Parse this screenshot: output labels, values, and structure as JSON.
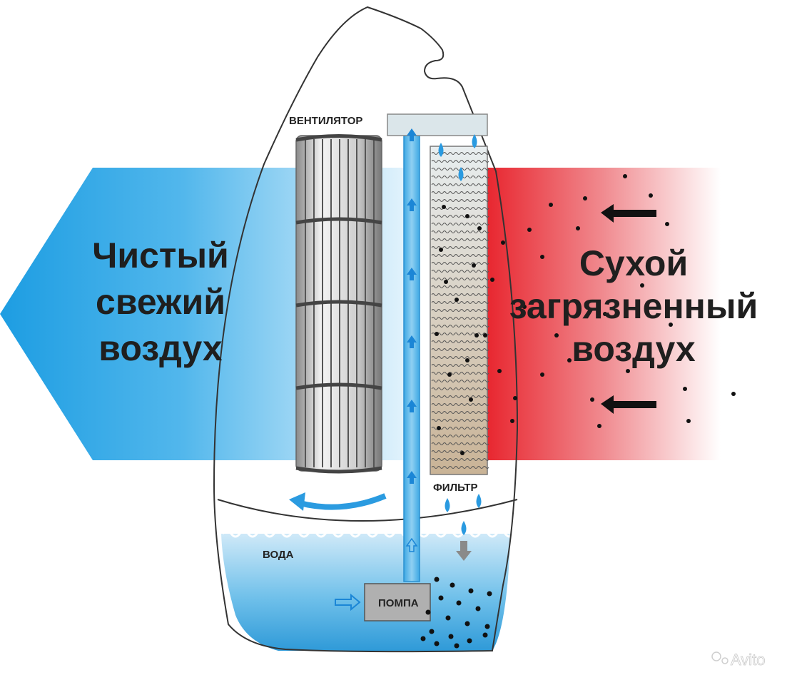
{
  "labels": {
    "fan": "ВЕНТИЛЯТОР",
    "filter": "ФИЛЬТР",
    "water": "ВОДА",
    "pump": "ПОМПА"
  },
  "clean_air": [
    "Чистый",
    "свежий",
    "воздух"
  ],
  "dirty_air": [
    "Сухой",
    "загрязненный",
    "воздух"
  ],
  "watermark": "Avito",
  "colors": {
    "clean_air": "#29a3e3",
    "dirty_air": "#e8363f",
    "water": "#3aa6df",
    "pump": "#b0b0b0",
    "pipe": "#57b6ea",
    "filter": "#d8c7ac"
  }
}
